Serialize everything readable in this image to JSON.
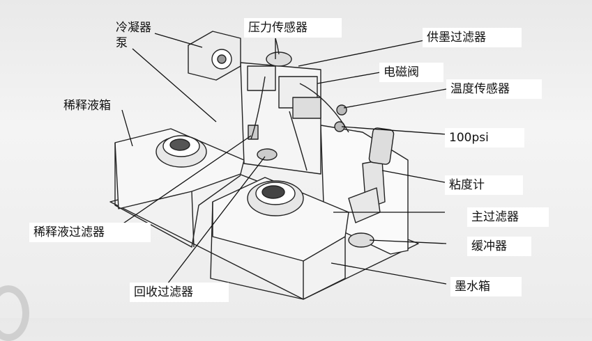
{
  "labels": {
    "condenser_pump_line1": "冷凝器",
    "condenser_pump_line2": "泵",
    "pressure_sensor": "压力传感器",
    "supply_ink_filter": "供墨过滤器",
    "solenoid_valve": "电磁阀",
    "temperature_sensor": "温度传感器",
    "diluent_tank": "稀释液箱",
    "psi_100": "100psi",
    "viscometer": "粘度计",
    "main_filter": "主过滤器",
    "diluent_filter": "稀释液过滤器",
    "buffer": "缓冲器",
    "recovery_filter": "回收过滤器",
    "ink_tank": "墨水箱"
  }
}
